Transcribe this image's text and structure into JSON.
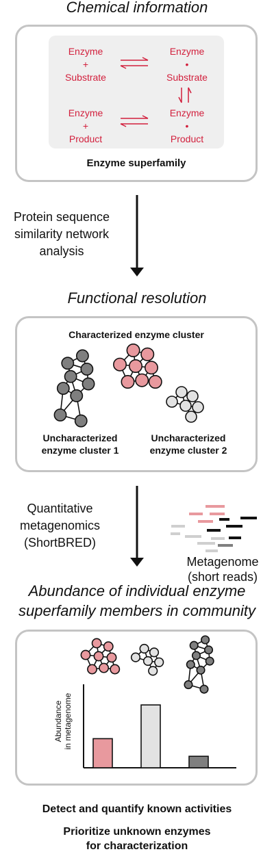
{
  "headings": {
    "chemical": "Chemical information",
    "functional": "Functional resolution",
    "abundance_line1": "Abundance of individual enzyme",
    "abundance_line2": "superfamily members in community"
  },
  "reaction": {
    "r1": [
      "Enzyme",
      "+",
      "Substrate"
    ],
    "r2": [
      "Enzyme",
      "•",
      "Substrate"
    ],
    "r3": [
      "Enzyme",
      "+",
      "Product"
    ],
    "r4": [
      "Enzyme",
      "•",
      "Product"
    ]
  },
  "box1_caption": "Enzyme superfamily",
  "step1": [
    "Protein sequence",
    "similarity network",
    "analysis"
  ],
  "network_box": {
    "characterized": "Characterized enzyme cluster",
    "unchar1": [
      "Uncharacterized",
      "enzyme cluster 1"
    ],
    "unchar2": [
      "Uncharacterized",
      "enzyme cluster 2"
    ]
  },
  "step2": [
    "Quantitative",
    "metagenomics",
    "(ShortBRED)"
  ],
  "metagenome": [
    "Metagenome",
    "(short reads)"
  ],
  "chart_data": {
    "type": "bar",
    "ylabel": "Abundance\nin metagenome",
    "ylabel_lines": [
      "Abundance",
      "in metagenome"
    ],
    "categories": [
      "Characterized enzyme cluster",
      "Uncharacterized enzyme cluster 2",
      "Uncharacterized enzyme cluster 1"
    ],
    "values": [
      0.38,
      0.82,
      0.15
    ],
    "colors": [
      "#e8999e",
      "#e2e2e2",
      "#7f7f7f"
    ]
  },
  "conclusions": {
    "line1": "Detect and quantify known activities",
    "line2": "Prioritize unknown enzymes",
    "line3": "for characterization"
  },
  "colors": {
    "red_text": "#d21f3c",
    "pink_node": "#e8999e",
    "light_node": "#e2e2e2",
    "dark_node": "#7f7f7f",
    "box_border": "#c4c4c4"
  }
}
